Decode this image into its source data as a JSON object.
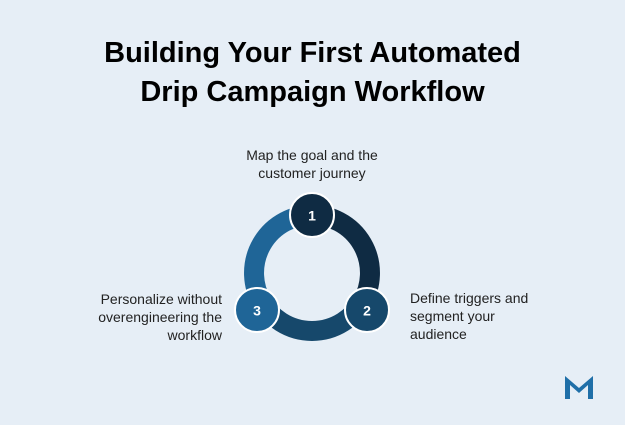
{
  "title": {
    "line1": "Building Your First Automated",
    "line2": "Drip Campaign Workflow"
  },
  "steps": [
    {
      "number": "1",
      "label_lines": [
        "Map the goal and the",
        "customer journey"
      ],
      "color": "#0f2b43"
    },
    {
      "number": "2",
      "label_lines": [
        "Define triggers and",
        "segment your",
        "audience"
      ],
      "color": "#16486b"
    },
    {
      "number": "3",
      "label_lines": [
        "Personalize without",
        "overengineering the",
        "workflow"
      ],
      "color": "#1f6597"
    }
  ],
  "colors": {
    "background": "#e6eef6",
    "arc_1_to_2": "#0f2b43",
    "arc_2_to_3": "#16486b",
    "arc_3_to_1": "#1f6597",
    "logo": "#1f6fa8"
  },
  "logo": {
    "name": "m-logo-icon"
  }
}
